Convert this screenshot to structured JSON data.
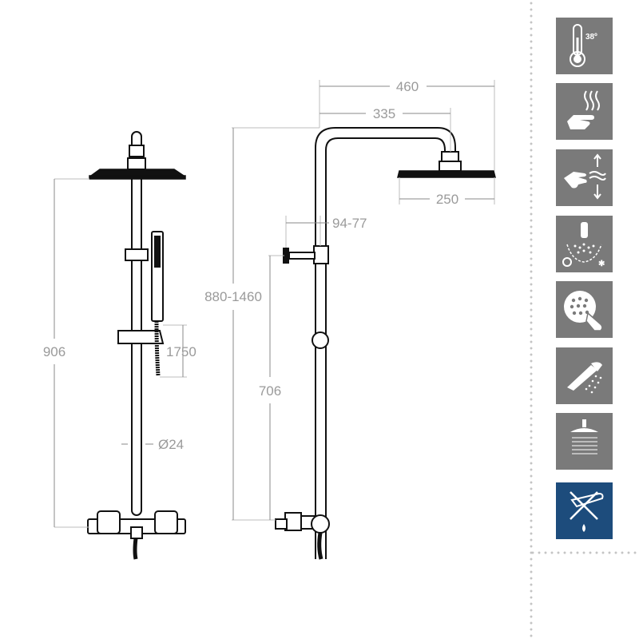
{
  "dimensions": {
    "overall_width": "460",
    "arm_length": "335",
    "head_diameter": "250",
    "adjust_range": "94-77",
    "height_range": "880-1460",
    "outlet_height": "706",
    "left_height": "906",
    "hose_length": "1750",
    "bar_diameter": "Ø24"
  },
  "features": [
    {
      "icon": "thermometer-icon",
      "label": "38º",
      "bg": "#7a7a7a"
    },
    {
      "icon": "hot-hand-icon",
      "label": "",
      "bg": "#7a7a7a"
    },
    {
      "icon": "flow-adjust-icon",
      "label": "",
      "bg": "#7a7a7a"
    },
    {
      "icon": "hot-cold-mix-icon",
      "label": "",
      "bg": "#7a7a7a"
    },
    {
      "icon": "easy-clean-icon",
      "label": "",
      "bg": "#7a7a7a"
    },
    {
      "icon": "hand-shower-icon",
      "label": "",
      "bg": "#7a7a7a"
    },
    {
      "icon": "rain-shower-icon",
      "label": "",
      "bg": "#7a7a7a"
    },
    {
      "icon": "no-drip-icon",
      "label": "",
      "bg": "#1d4c7c"
    }
  ]
}
